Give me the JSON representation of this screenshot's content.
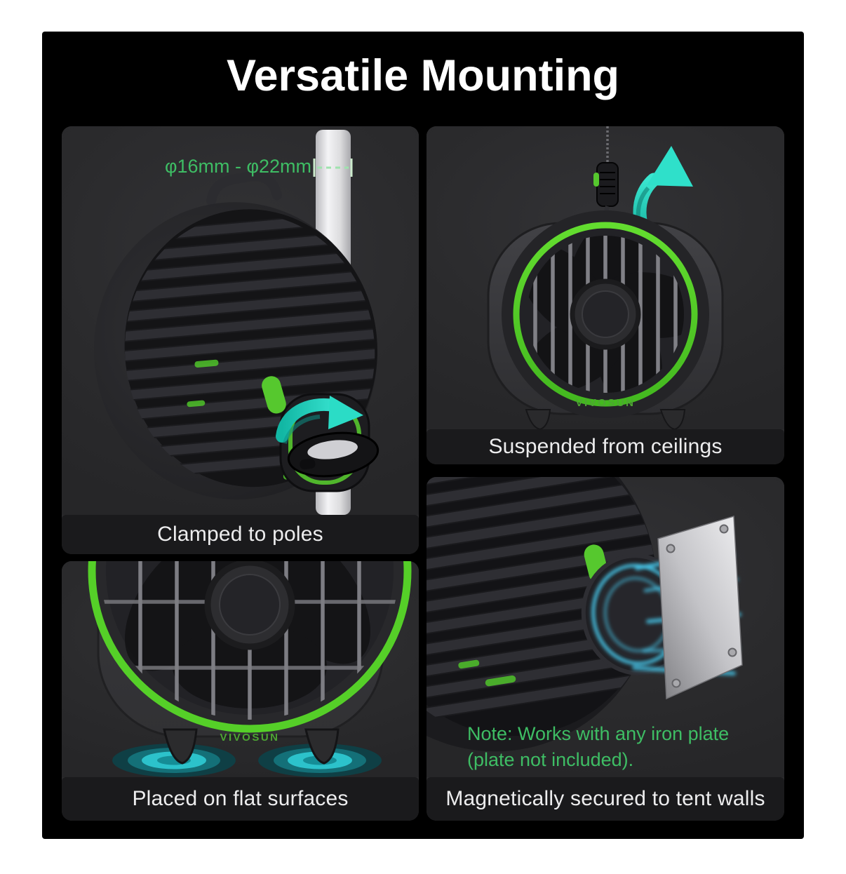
{
  "title": "Versatile Mounting",
  "brand": "VIVOSUN",
  "panels": {
    "clamp": {
      "annotation": "φ16mm - φ22mm",
      "caption": "Clamped to poles"
    },
    "ceiling": {
      "caption": "Suspended from ceilings"
    },
    "flat": {
      "caption": "Placed on flat surfaces"
    },
    "magnet": {
      "note_line1": "Note: Works with any iron plate",
      "note_line2": "(plate not included).",
      "caption": "Magnetically secured to tent walls"
    }
  },
  "colors": {
    "page_background": "#ffffff",
    "canvas_background": "#000000",
    "panel_background": "#2b2b2d",
    "caption_bar_background": "#1a1a1c",
    "caption_text": "#ededee",
    "title_text": "#ffffff",
    "accent_green": "#3ebd64",
    "ring_green": "#57d22b",
    "logo_green": "#4da533",
    "arrow_teal": "#27d9c3",
    "glow_cyan": "#3fd4f0",
    "pole_white": "#e9e9eb"
  }
}
